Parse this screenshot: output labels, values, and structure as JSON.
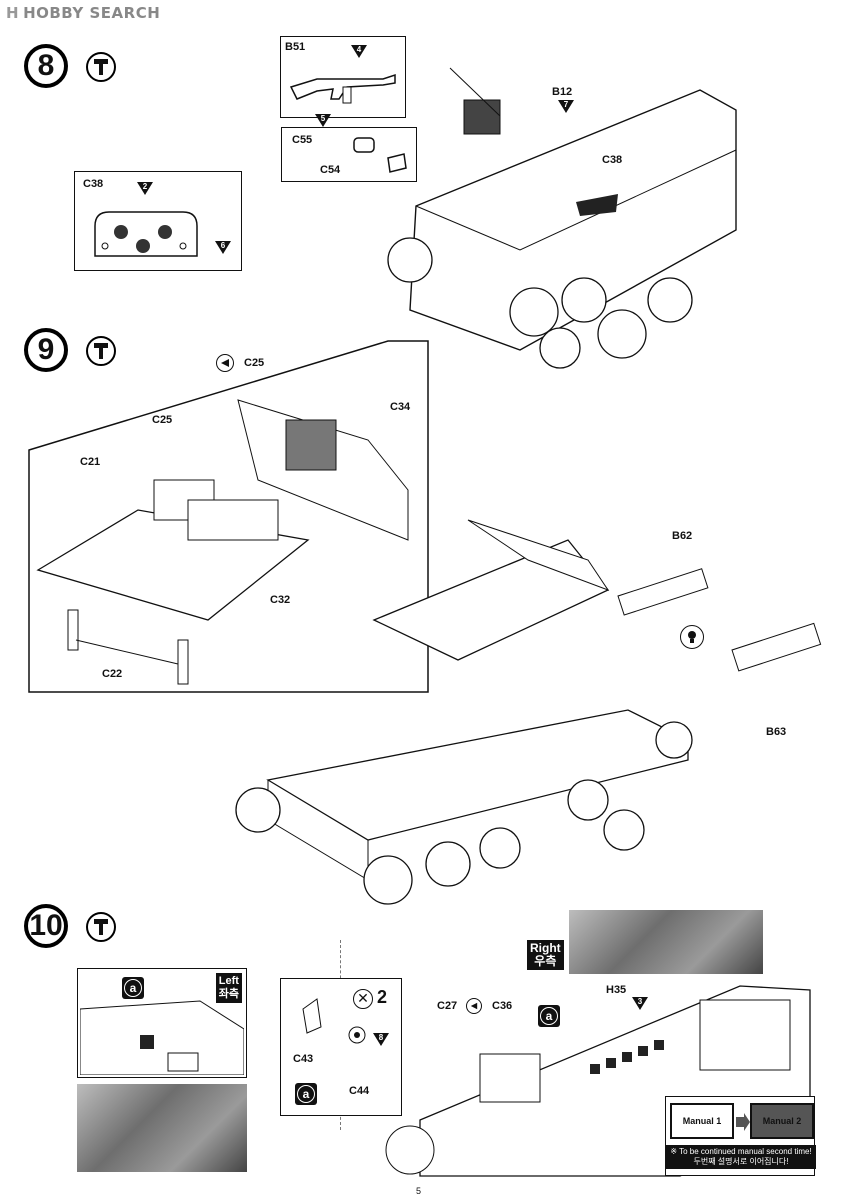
{
  "watermark": {
    "prefix": "H",
    "brand": "HOBBY SEARCH"
  },
  "steps": [
    {
      "number": "8"
    },
    {
      "number": "9"
    },
    {
      "number": "10"
    }
  ],
  "step8": {
    "inset_gun": {
      "part": "B51",
      "marker_a": "4",
      "marker_b": "5"
    },
    "inset_lights": {
      "part_a": "C55",
      "part_b": "C54"
    },
    "inset_panel": {
      "part": "C38",
      "marker_a": "2",
      "marker_b": "6"
    },
    "labels": {
      "b12": "B12",
      "b12_marker": "7",
      "c38": "C38"
    }
  },
  "step9": {
    "inset": {
      "c25_top": "C25",
      "c25_left": "C25",
      "c21": "C21",
      "c34": "C34",
      "c32": "C32",
      "c22": "C22"
    },
    "labels": {
      "b62": "B62",
      "b63": "B63"
    }
  },
  "step10": {
    "left_tag": {
      "en": "Left",
      "ko": "좌측"
    },
    "right_tag": {
      "en": "Right",
      "ko": "우측"
    },
    "marker_a": "a",
    "parts": {
      "c43": "C43",
      "c44": "C44",
      "c44_marker": "8",
      "qty": "2",
      "c27": "C27",
      "c36": "C36",
      "h35": "H35",
      "h35_marker": "3"
    },
    "manual": {
      "book1": "Manual 1",
      "book2": "Manual 2",
      "note_en": "※ To be continued manual second time!",
      "note_ko": "두번째 설명서로 이어집니다!"
    }
  },
  "page_number": "5"
}
